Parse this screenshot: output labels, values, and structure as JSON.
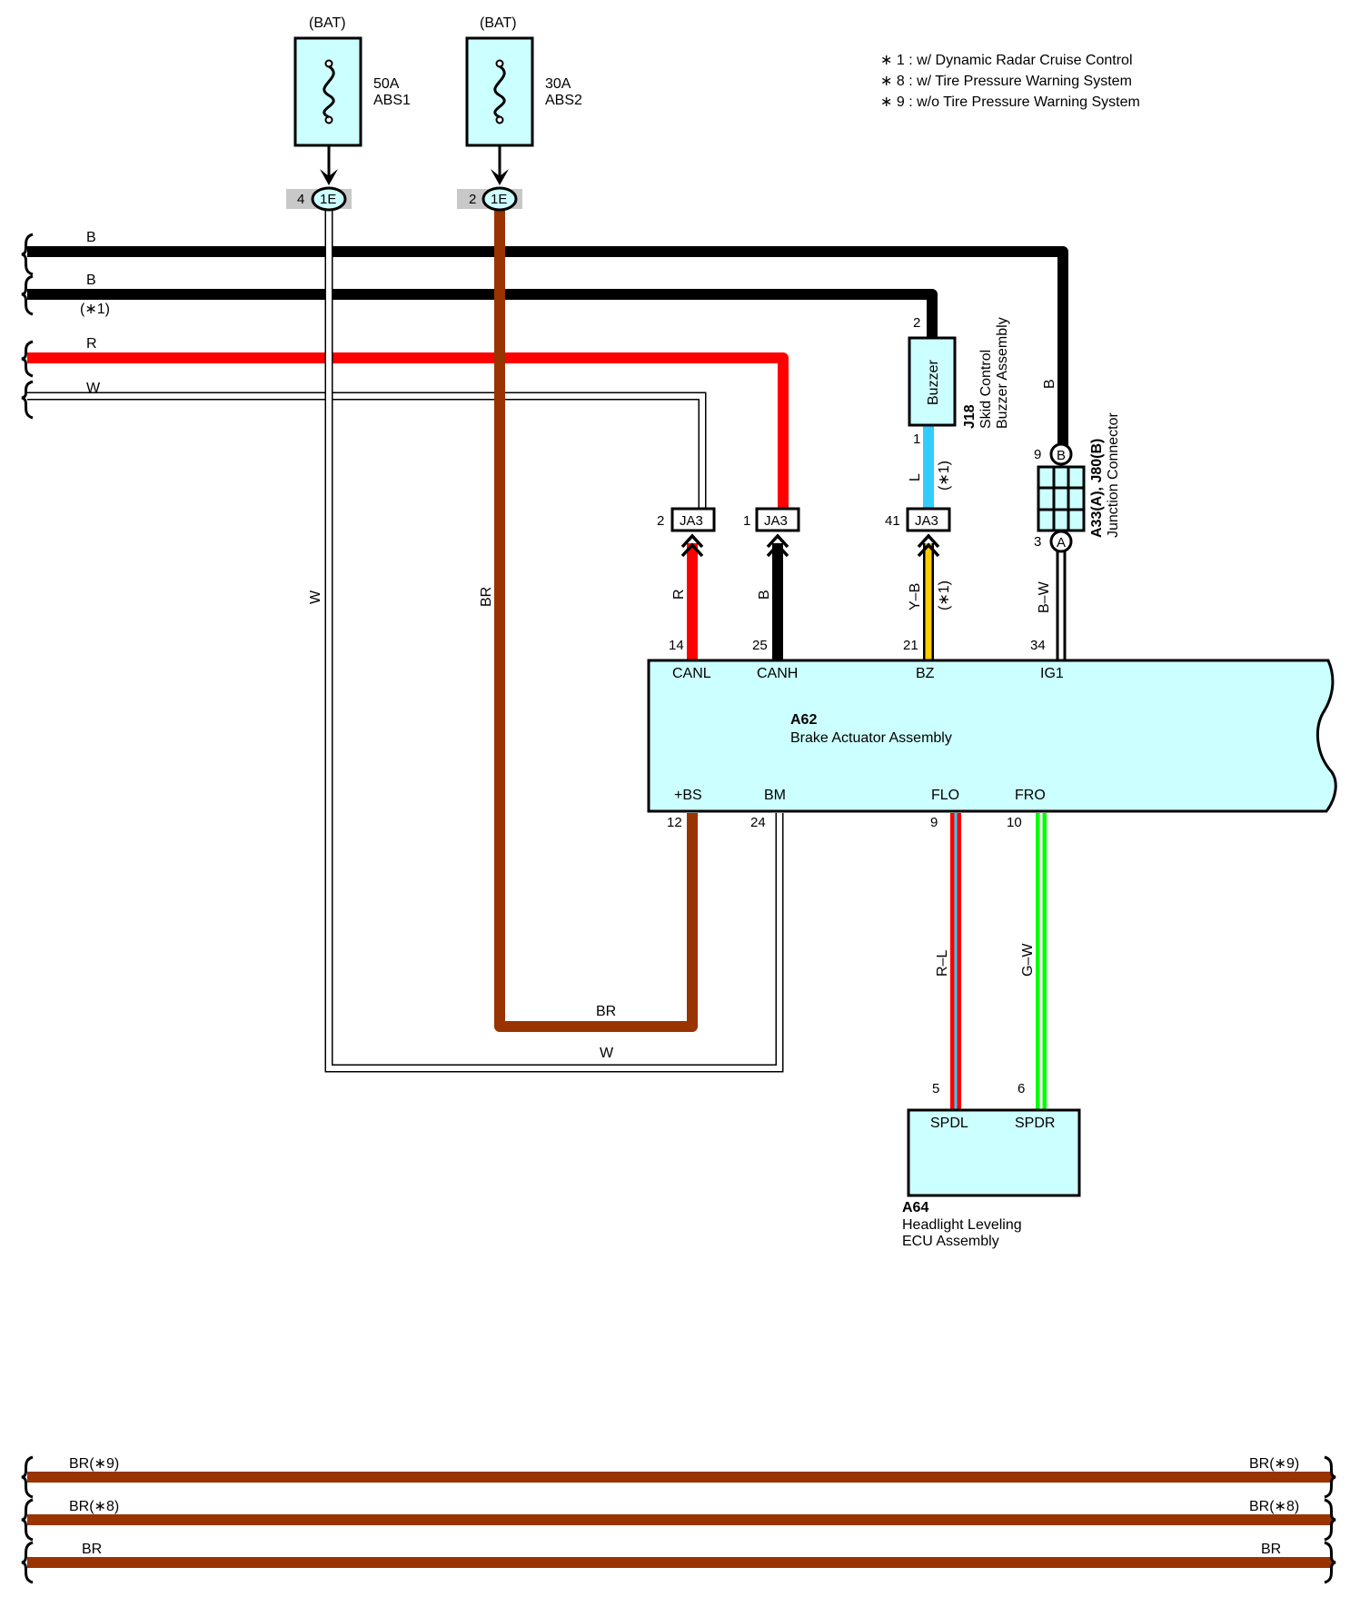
{
  "notes": [
    "∗ 1 : w/ Dynamic Radar Cruise Control",
    "∗ 8 : w/ Tire Pressure Warning System",
    "∗ 9 : w/o Tire Pressure Warning System"
  ],
  "colors": {
    "component_fill": "#ccffff",
    "black_wire": "#000000",
    "red_wire": "#ff0000",
    "brown_wire": "#993300",
    "light_blue_wire": "#33ccff",
    "yellow_wire": "#ffcc00",
    "green_wire": "#00ff00",
    "connector_gray": "#c8c8c8"
  },
  "fuses": [
    {
      "source": "(BAT)",
      "rating": "50A",
      "name": "ABS1",
      "pin": "4",
      "connector": "1E"
    },
    {
      "source": "(BAT)",
      "rating": "30A",
      "name": "ABS2",
      "pin": "2",
      "connector": "1E"
    }
  ],
  "bus_wires": [
    {
      "label": "B"
    },
    {
      "label": "B",
      "note": "(∗1)"
    },
    {
      "label": "R"
    },
    {
      "label": "W"
    }
  ],
  "vertical_labels": {
    "abs1_wire": "W",
    "abs2_wire": "BR",
    "canl_wire": "R",
    "canh_wire": "B",
    "bz_wire": "Y–B",
    "bz_note": "(∗1)",
    "buzzer_wire": "L",
    "buzzer_note": "(∗1)",
    "ig1_wire": "B–W",
    "junction_top_wire": "B",
    "flo_wire": "R–L",
    "fro_wire": "G–W",
    "bs_bottom": "BR",
    "bm_bottom": "W"
  },
  "ja3": [
    {
      "pin": "2",
      "name": "JA3"
    },
    {
      "pin": "1",
      "name": "JA3"
    },
    {
      "pin": "41",
      "name": "JA3"
    }
  ],
  "buzzer": {
    "code": "J18",
    "name_line1": "Skid Control",
    "name_line2": "Buzzer Assembly",
    "inner": "Buzzer",
    "pin_top": "2",
    "pin_bottom": "1"
  },
  "junction": {
    "code": "A33(A), J80(B)",
    "name": "Junction Connector",
    "pin_top": "9",
    "letter_top": "B",
    "pin_bottom": "3",
    "letter_bottom": "A"
  },
  "actuator": {
    "code": "A62",
    "name": "Brake Actuator Assembly",
    "top_terminals": [
      {
        "pin": "14",
        "name": "CANL"
      },
      {
        "pin": "25",
        "name": "CANH"
      },
      {
        "pin": "21",
        "name": "BZ"
      },
      {
        "pin": "34",
        "name": "IG1"
      }
    ],
    "bottom_terminals": [
      {
        "pin": "12",
        "name": "+BS"
      },
      {
        "pin": "24",
        "name": "BM"
      },
      {
        "pin": "9",
        "name": "FLO"
      },
      {
        "pin": "10",
        "name": "FRO"
      }
    ]
  },
  "headlight_ecu": {
    "code": "A64",
    "name_line1": "Headlight Leveling",
    "name_line2": "ECU Assembly",
    "terminals": [
      {
        "pin": "5",
        "name": "SPDL"
      },
      {
        "pin": "6",
        "name": "SPDR"
      }
    ]
  },
  "ground_wires": [
    {
      "left": "BR(∗9)",
      "right": "BR(∗9)"
    },
    {
      "left": "BR(∗8)",
      "right": "BR(∗8)"
    },
    {
      "left": "BR",
      "right": "BR"
    }
  ]
}
